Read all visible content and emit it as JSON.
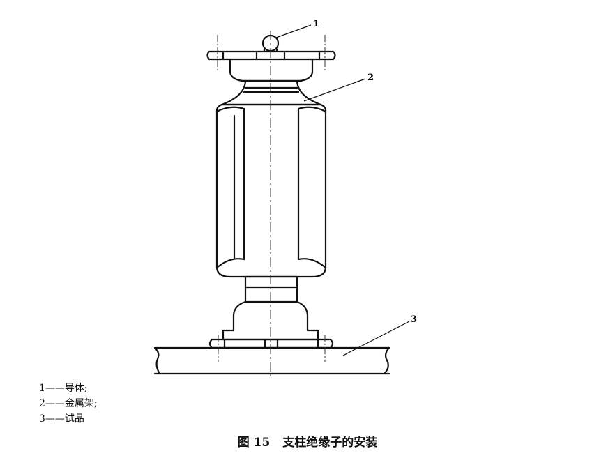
{
  "callouts": [
    {
      "id": "1"
    },
    {
      "id": "2"
    },
    {
      "id": "3"
    }
  ],
  "legend": [
    {
      "num": "1",
      "dash": "——",
      "text": "导体;"
    },
    {
      "num": "2",
      "dash": "——",
      "text": "金属架;"
    },
    {
      "num": "3",
      "dash": "——",
      "text": "试品"
    }
  ],
  "caption": {
    "number": "图 15",
    "title": "支柱绝缘子的安装"
  }
}
